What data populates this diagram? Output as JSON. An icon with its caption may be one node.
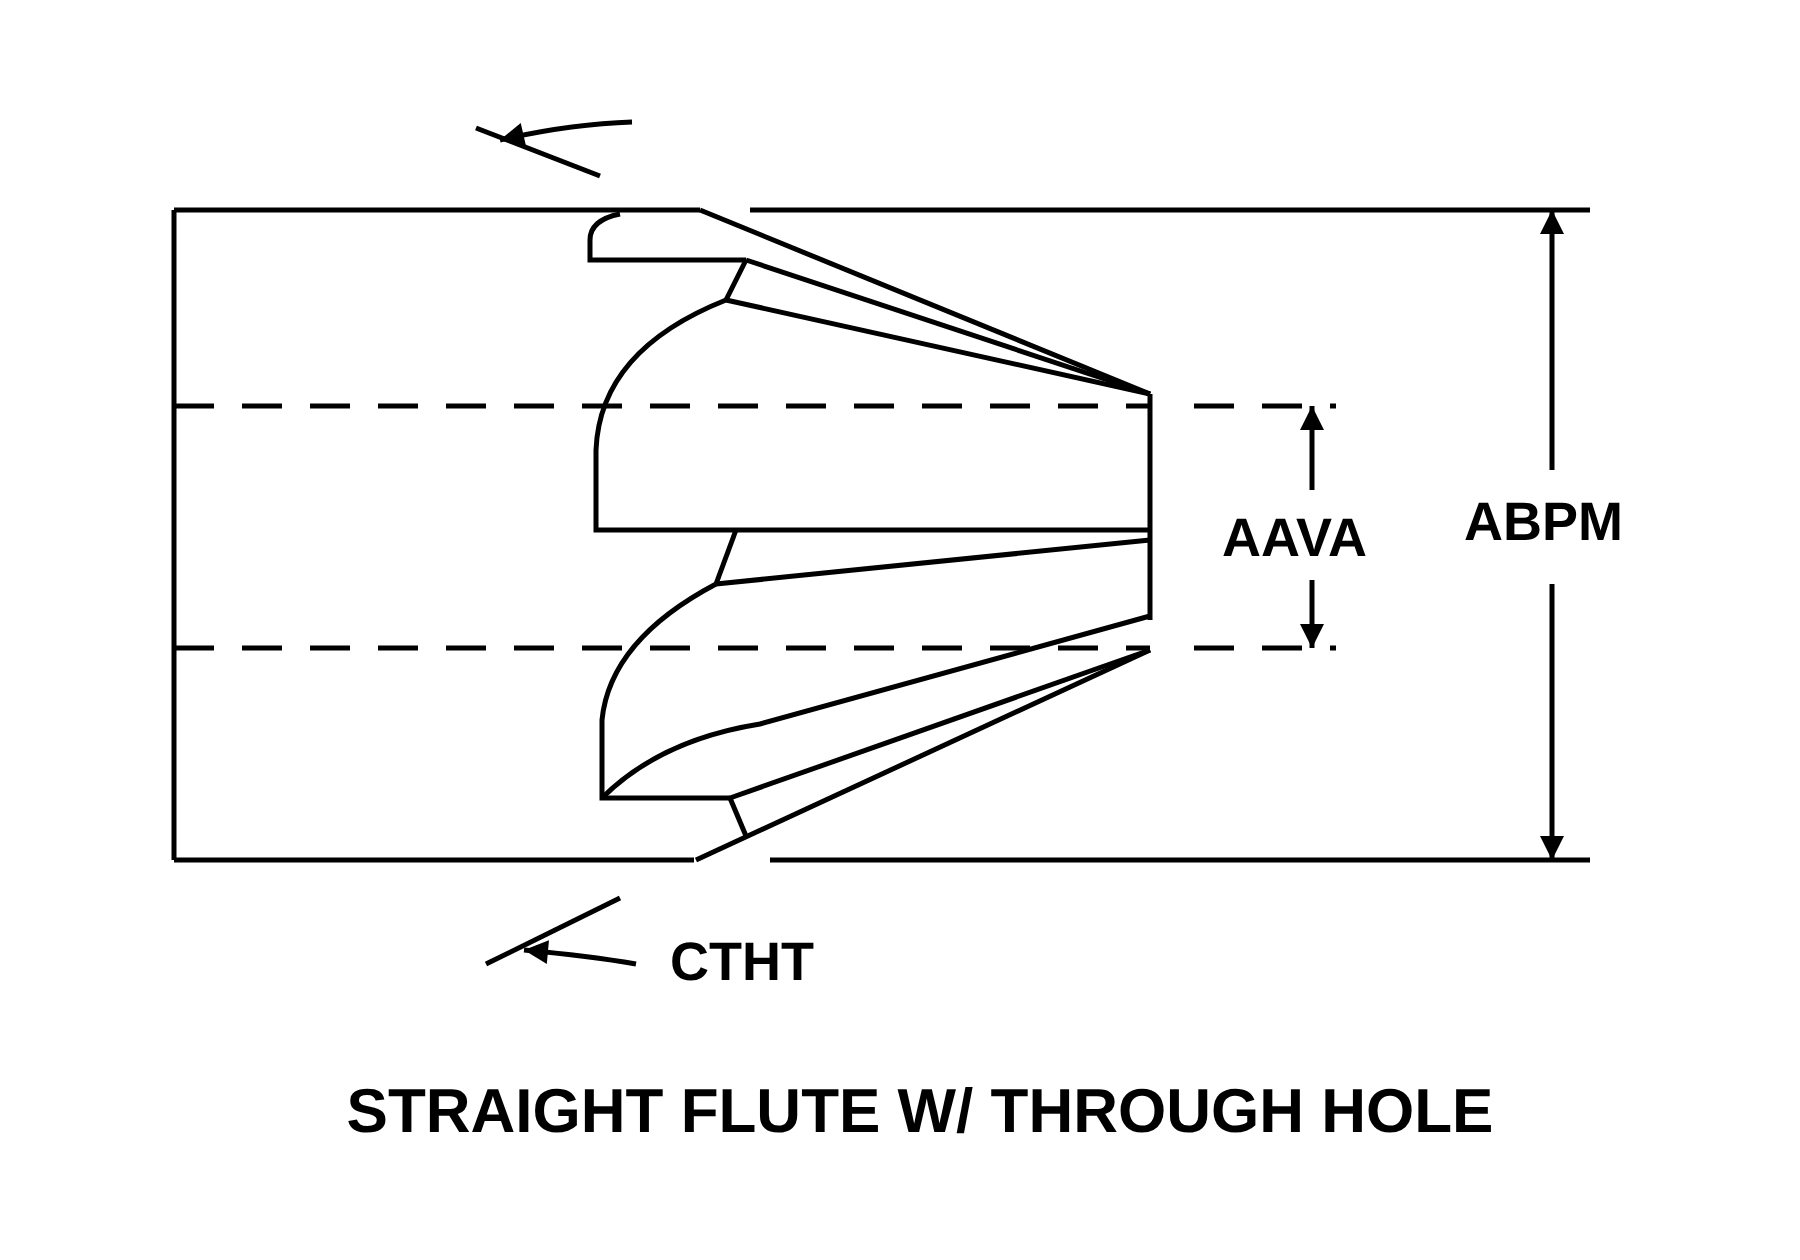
{
  "diagram": {
    "caption": "STRAIGHT FLUTE W/ THROUGH HOLE",
    "labels": [
      "AAVA",
      "ABPM",
      "CTHT"
    ]
  }
}
